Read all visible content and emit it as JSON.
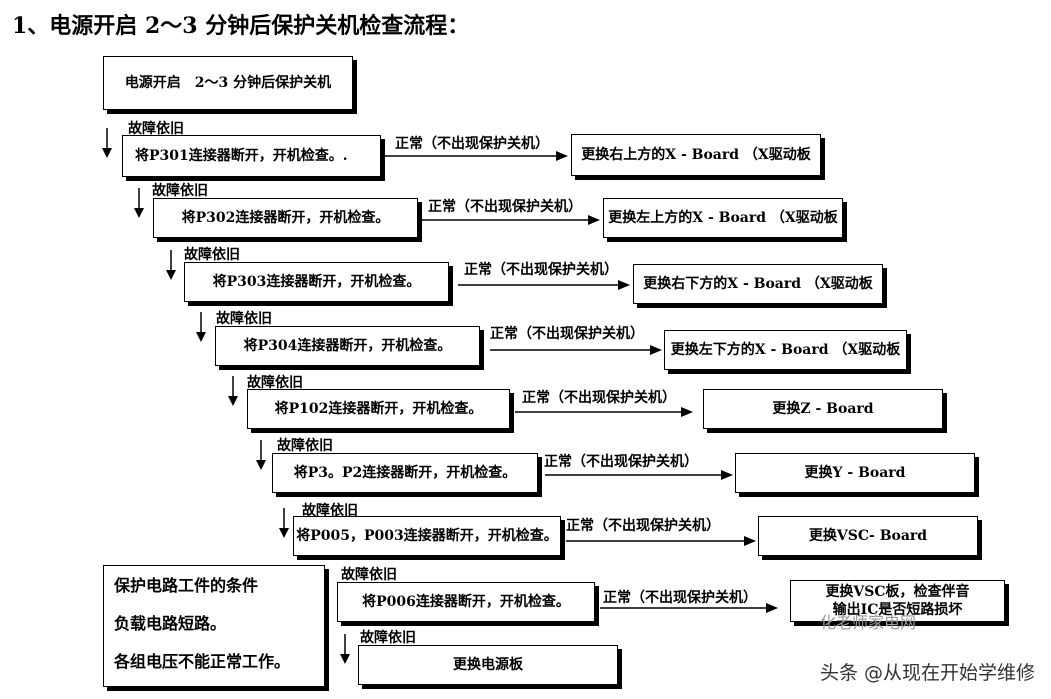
{
  "heading": "1、电源开启 2～3 分钟后保护关机检查流程：",
  "start_box": "电源开启　2～3 分钟后保护关机",
  "fault_label": "故障依旧",
  "normal_label": "正常（不出现保护关机）",
  "steps": [
    {
      "check": "将P301连接器断开，开机检查。.",
      "result": "更换右上方的X - Board （X驱动板"
    },
    {
      "check": "将P302连接器断开，开机检查。",
      "result": "更换左上方的X - Board （X驱动板"
    },
    {
      "check": "将P303连接器断开，开机检查。",
      "result": "更换右下方的X - Board （X驱动板"
    },
    {
      "check": "将P304连接器断开，开机检查。",
      "result": "更换左下方的X - Board （X驱动板"
    },
    {
      "check": "将P102连接器断开，开机检查。",
      "result": "更换Z - Board"
    },
    {
      "check": "将P3。P2连接器断开，开机检查。",
      "result": "更换Y - Board"
    },
    {
      "check": "将P005，P003连接器断开，开机检查。",
      "result": "更换VSC- Board"
    },
    {
      "check": "将P006连接器断开，开机检查。",
      "result_line1": "更换VSC板，检查伴音",
      "result_line2": "输出IC是否短路损坏"
    }
  ],
  "final_box": "更换电源板",
  "note": {
    "line1": "保护电路工件的条件",
    "line2": "负载电路短路。",
    "line3": "各组电压不能正常工作。"
  },
  "watermark": {
    "logo_text": "化老师家电网",
    "text": "头条 @从现在开始学维修"
  }
}
